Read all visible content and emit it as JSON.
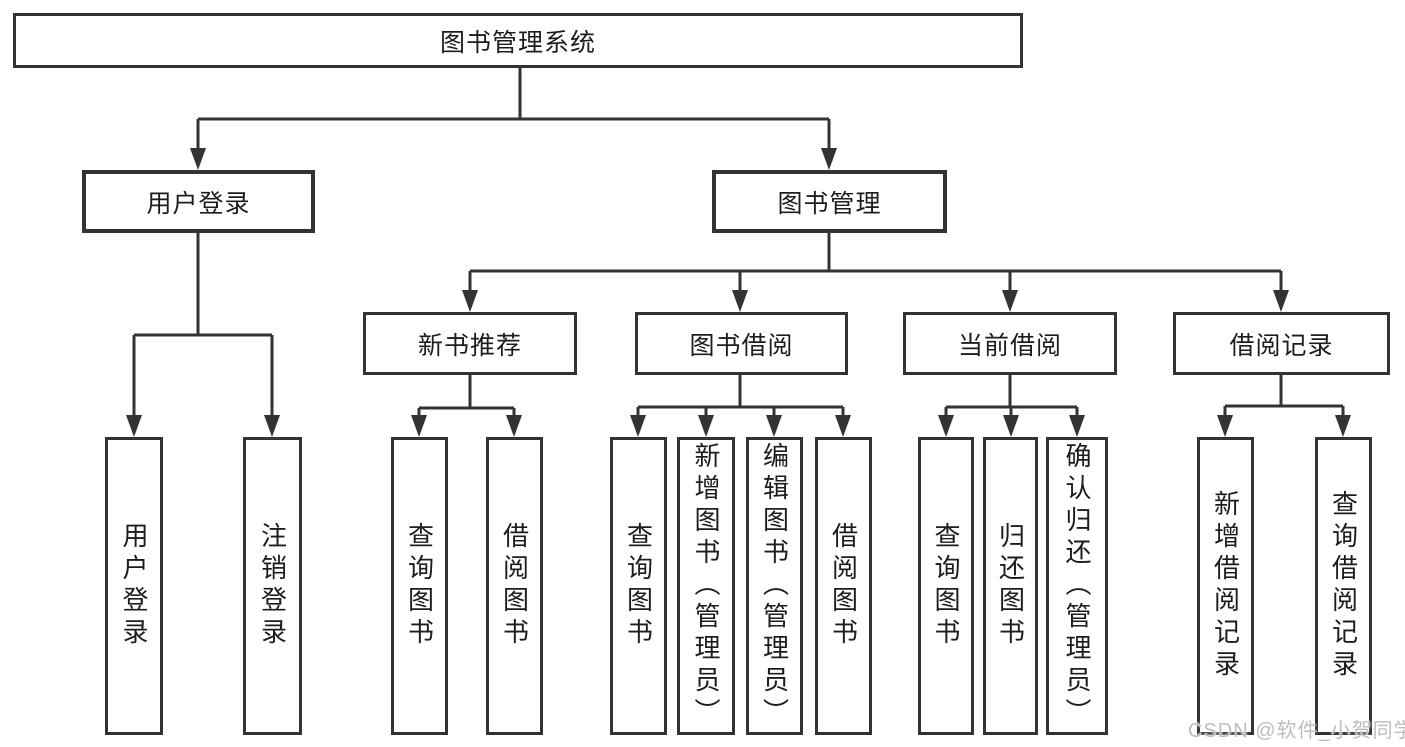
{
  "diagram": {
    "root": {
      "label": "图书管理系统"
    },
    "branches": [
      {
        "label": "用户登录",
        "children": [
          {
            "label": "用户登录"
          },
          {
            "label": "注销登录"
          }
        ]
      },
      {
        "label": "图书管理",
        "children": [
          {
            "label": "新书推荐",
            "children": [
              {
                "label": "查询图书"
              },
              {
                "label": "借阅图书"
              }
            ]
          },
          {
            "label": "图书借阅",
            "children": [
              {
                "label": "查询图书"
              },
              {
                "label": "新增图书（管理员）"
              },
              {
                "label": "编辑图书（管理员）"
              },
              {
                "label": "借阅图书"
              }
            ]
          },
          {
            "label": "当前借阅",
            "children": [
              {
                "label": "查询图书"
              },
              {
                "label": "归还图书"
              },
              {
                "label": "确认归还（管理员）"
              }
            ]
          },
          {
            "label": "借阅记录",
            "children": [
              {
                "label": "新增借阅记录"
              },
              {
                "label": "查询借阅记录"
              }
            ]
          }
        ]
      }
    ]
  },
  "watermark": {
    "text": "CSDN @软件_小贺同学"
  },
  "colors": {
    "line": "#333333",
    "box_border": "#333333",
    "text": "#1d1d1d",
    "watermark": "#bdbdbd",
    "background": "#ffffff"
  }
}
